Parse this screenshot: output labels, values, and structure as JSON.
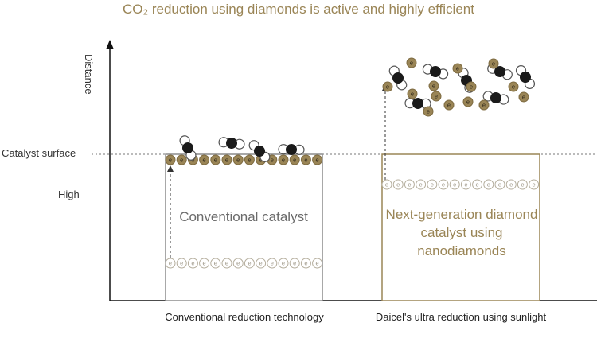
{
  "title": "CO₂ reduction using diamonds is active and highly efficient",
  "y_axis_label": "Distance",
  "catalyst_surface_label": "Catalyst surface",
  "high_label": "High",
  "electron_symbol": "e",
  "panels": [
    {
      "box_label": "Conventional catalyst",
      "x_label": "Conventional reduction technology"
    },
    {
      "box_label": "Next-generation diamond catalyst using nanodiamonds",
      "x_label": "Daicel's ultra reduction using sunlight"
    }
  ],
  "colors": {
    "gold": "#9a8556",
    "gray_box": "#8c8c8c",
    "molecule_dark": "#1a1a1a",
    "electron_ring": "#b4ad9c"
  }
}
